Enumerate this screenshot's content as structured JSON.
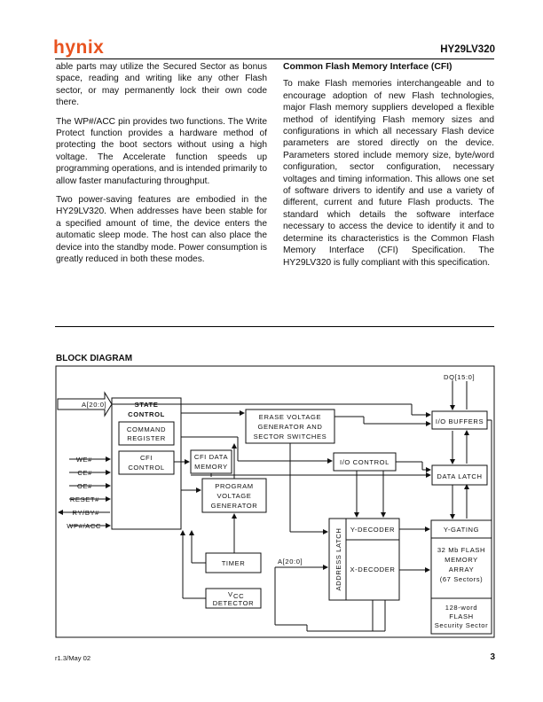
{
  "header": {
    "logo": "hynix",
    "part_number": "HY29LV320"
  },
  "left_column": {
    "paragraphs": [
      "able parts may utilize the Secured Sector as bonus space, reading and writing like any other Flash sector, or may permanently lock their own code there.",
      "The WP#/ACC pin provides two functions. The Write Protect function provides a hardware method of protecting the boot sectors without using a high voltage. The Accelerate function speeds up programming operations, and is intended primarily to allow faster manufacturing throughput.",
      "Two power-saving features are embodied in the HY29LV320. When addresses have been stable for a specified amount of time, the device enters the automatic sleep mode. The host can also place the device into the standby mode. Power consumption is greatly reduced in both these modes."
    ]
  },
  "right_column": {
    "heading": "Common Flash Memory Interface (CFI)",
    "paragraph": "To make Flash memories interchangeable and to encourage adoption of new Flash technologies, major Flash memory suppliers developed a flexible method of identifying Flash memory sizes and configurations in which all necessary Flash device parameters are stored directly on the device. Parameters stored include memory size, byte/word configuration, sector configuration, necessary voltages and timing information. This allows one set of software drivers to identify and use a variety of different, current and future Flash products. The standard which details the software interface necessary to access the device to identify it and to determine its characteristics is the Common Flash Memory Interface (CFI) Specification. The HY29LV320 is fully compliant with this specification."
  },
  "block_diagram": {
    "title": "BLOCK DIAGRAM",
    "address_in": "A[20:0]",
    "dq": "DQ[15:0]",
    "state_control": [
      "STATE",
      "CONTROL"
    ],
    "command_register": [
      "COMMAND",
      "REGISTER"
    ],
    "cfi_control": [
      "CFI",
      "CONTROL"
    ],
    "cfi_data_memory": [
      "CFI DATA",
      "MEMORY"
    ],
    "erase_voltage": [
      "ERASE VOLTAGE",
      "GENERATOR AND",
      "SECTOR SWITCHES"
    ],
    "program_voltage": [
      "PROGRAM",
      "VOLTAGE",
      "GENERATOR"
    ],
    "timer": "TIMER",
    "vcc_detector": [
      "V",
      "CC",
      "DETECTOR"
    ],
    "io_control": "I/O CONTROL",
    "io_buffers": "I/O BUFFERS",
    "data_latch": "DATA LATCH",
    "address_latch": "ADDRESS LATCH",
    "y_decoder": "Y-DECODER",
    "x_decoder": "X-DECODER",
    "y_gating": "Y-GATING",
    "flash_array": [
      "32 Mb FLASH",
      "MEMORY",
      "ARRAY",
      "(67 Sectors)"
    ],
    "security_sector": [
      "128-word",
      "FLASH",
      "Security Sector"
    ],
    "address_internal": "A[20:0]",
    "pins": [
      "WE#",
      "CE#",
      "OE#",
      "RESET#",
      "RY/BY#",
      "WP#/ACC"
    ]
  },
  "footer": {
    "revision": "r1.3/May 02",
    "page": "3"
  }
}
